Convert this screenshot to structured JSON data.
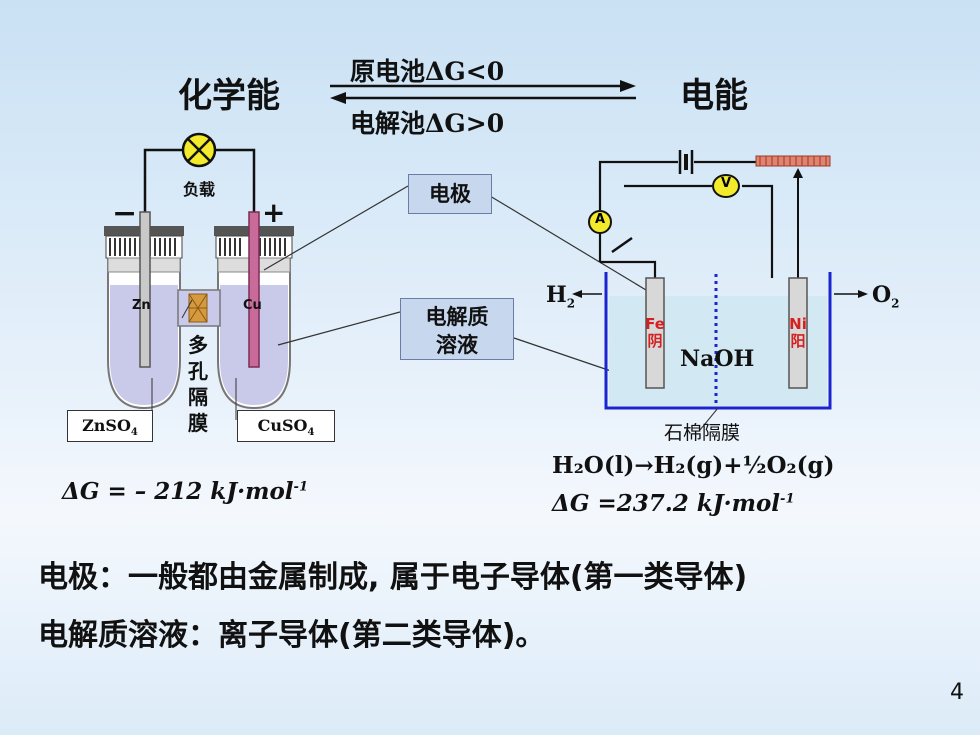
{
  "top": {
    "left_label": "化学能",
    "right_label": "电能",
    "arrow_forward_label": "原电池ΔG<0",
    "arrow_backward_label": "电解池ΔG>0"
  },
  "callouts": {
    "electrode": "电极",
    "electrolyte_line1": "电解质",
    "electrolyte_line2": "溶液"
  },
  "galvanic_cell": {
    "load_label": "负载",
    "minus_sign": "−",
    "plus_sign": "+",
    "left_electrode": "Zn",
    "right_electrode": "Cu",
    "membrane_label": "多孔隔膜",
    "left_solution_label": "ZnSO",
    "left_solution_sub": "4",
    "right_solution_label": "CuSO",
    "right_solution_sub": "4",
    "delta_g_left": "ΔG = – 212 kJ·mol",
    "delta_g_left_sup": "-1"
  },
  "electrolytic_cell": {
    "ammeter": "A",
    "voltmeter": "V",
    "h2_label": "H",
    "h2_sub": "2",
    "o2_label": "O",
    "o2_sub": "2",
    "left_electrode": "Fe阴",
    "right_electrode": "Ni阳",
    "solution": "NaOH",
    "membrane": "石棉隔膜",
    "reaction": "H₂O(l)→H₂(g)+½O₂(g)",
    "delta_g_right": "ΔG =237.2 kJ·mol",
    "delta_g_right_sup": "-1"
  },
  "bottom": {
    "line1": "电极：一般都由金属制成, 属于电子导体(第一类导体)",
    "line2": "电解质溶液：离子导体(第二类导体)。"
  },
  "page_number": "4",
  "colors": {
    "callout_fill": "#c7d7ee",
    "container_blue": "#1a25d0",
    "solution_fill": "#c9c9ea",
    "cu_rod": "#c86b9a",
    "red_label": "#d42020"
  }
}
